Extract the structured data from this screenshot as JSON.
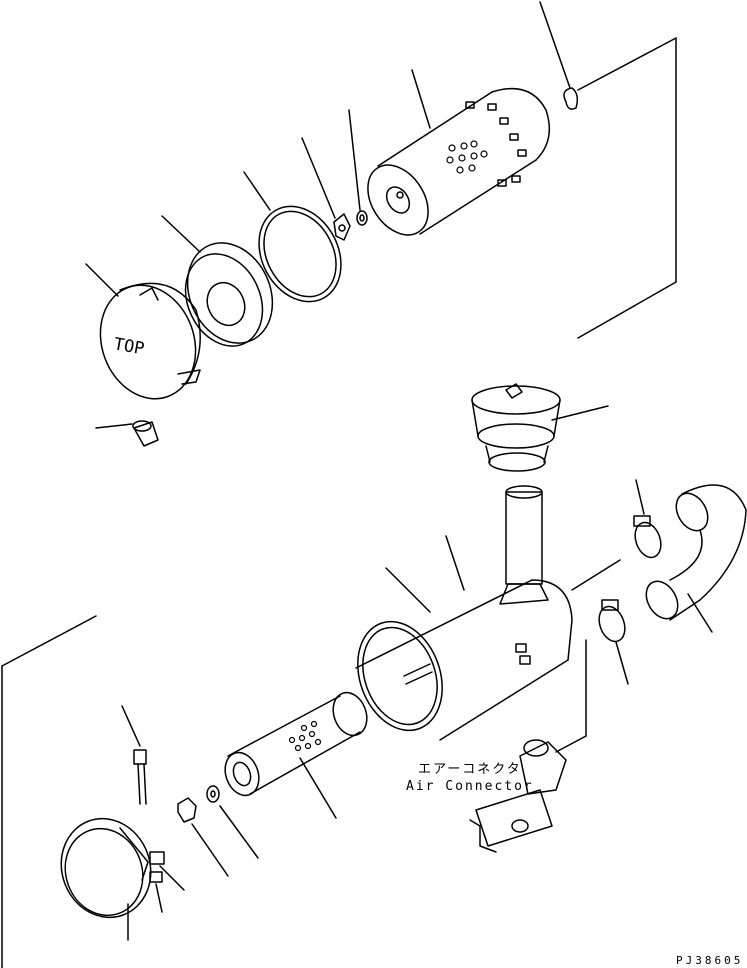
{
  "labels": {
    "cap_text": "TOP",
    "connector_jp": "エアーコネクタ",
    "connector_en": "Air Connector",
    "part_code": "PJ38605"
  },
  "colors": {
    "line": "#000000",
    "background": "#ffffff"
  }
}
